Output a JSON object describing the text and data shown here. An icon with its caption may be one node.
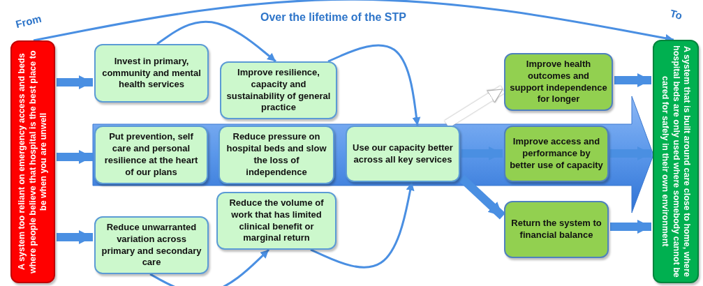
{
  "diagram": {
    "title": "Over the lifetime of the STP",
    "nodes": [
      {
        "text": [
          "A system too reliant on emergency access and beds where people believe that hospital is the best place to be when you are unwell"
        ],
        "beside": [
          "From"
        ]
      },
      {
        "text": [
          "Invest in primary, community and mental health services"
        ]
      },
      {
        "text": [
          "Put prevention, self care and personal resilience at the heart of our plans"
        ]
      },
      {
        "text": [
          "Reduce unwarranted variation across primary and secondary care"
        ]
      },
      {
        "text": [
          "Improve resilience, capacity and sustainability of general practice"
        ]
      },
      {
        "text": [
          "Reduce pressure on hospital beds and slow the loss of independence"
        ]
      },
      {
        "text": [
          "Reduce the volume of work that has limited clinical benefit or marginal return"
        ]
      },
      {
        "text": [
          "Use our capacity better across all key services"
        ]
      },
      {
        "text": [
          "Improve health outcomes and support independence for longer"
        ]
      },
      {
        "text": [
          "Improve access and performance by better use of capacity"
        ]
      },
      {
        "text": [
          "Return the system to financial balance"
        ]
      },
      {
        "text": [
          "A system that is built around care close to home, where hospital beds are only used where somebody cannot be cared for safely in their own environment"
        ],
        "beside": [
          "To"
        ]
      }
    ],
    "edges": [
      {
        "from": 0,
        "to": 1,
        "arrow": "to"
      },
      {
        "from": 0,
        "to": 2,
        "arrow": "to"
      },
      {
        "from": 0,
        "to": 3,
        "arrow": "to"
      },
      {
        "from": 1,
        "to": 4,
        "arrow": "to"
      },
      {
        "from": 4,
        "to": 7,
        "arrow": "to"
      },
      {
        "from": 3,
        "to": 6,
        "arrow": "to"
      },
      {
        "from": 6,
        "to": 7,
        "arrow": "to"
      },
      {
        "from": 7,
        "to": 8,
        "arrow": "to",
        "color": "#ffffff"
      },
      {
        "from": 7,
        "to": 9,
        "arrow": "to"
      },
      {
        "from": 7,
        "to": 10,
        "arrow": "to"
      },
      {
        "from": 8,
        "to": 11,
        "arrow": "to"
      },
      {
        "from": 9,
        "to": 11,
        "arrow": "to"
      },
      {
        "from": 10,
        "to": 11,
        "arrow": "to"
      },
      {
        "from": 0,
        "to": 11,
        "arrow": "to"
      }
    ]
  }
}
